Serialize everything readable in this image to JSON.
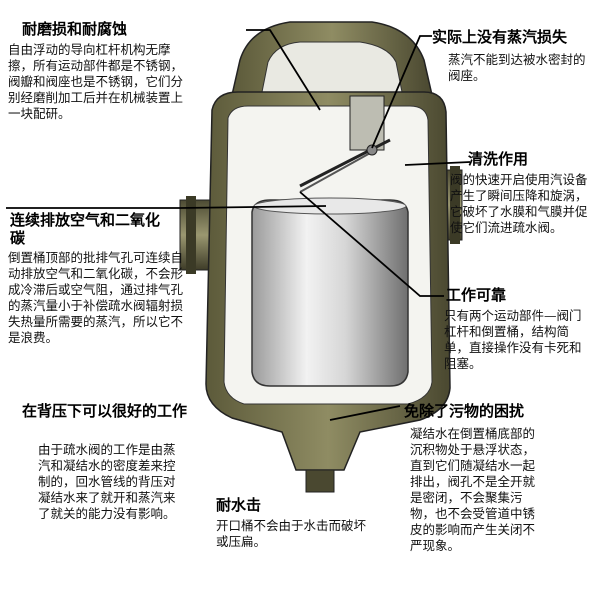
{
  "sections": {
    "wear": {
      "title": "耐磨损和耐腐蚀",
      "body": "自由浮动的导向杠杆机构无摩擦，所有运动部件都是不锈钢，阀瓣和阀座也是不锈钢，它们分别经磨削加工后并在机械装置上一块配研。"
    },
    "no_loss": {
      "title": "实际上没有蒸汽损失",
      "body": "蒸汽不能到达被水密封的阀座。"
    },
    "cleaning": {
      "title": "清洗作用",
      "body": "阀的快速开启使用汽设备产生了瞬间压降和旋涡，它破坏了水膜和气膜并促使它们流进疏水阀。"
    },
    "venting": {
      "title": "连续排放空气和二氧化碳",
      "body": "倒置桶顶部的批排气孔可连续自动排放空气和二氧化碳，不会形成冷滞后或空气阻，通过排气孔的蒸汽量小于补偿疏水阀辐射损失热量所需要的蒸汽，所以它不是浪费。"
    },
    "reliable": {
      "title": "工作可靠",
      "body": "只有两个运动部件—阀门杠杆和倒置桶，结构简单，直接操作没有卡死和阻塞。"
    },
    "back_pressure": {
      "title": "在背压下可以很好的工作",
      "body": "由于疏水阀的工作是由蒸汽和凝结水的密度差来控制的，回水管线的背压对凝结水来了就开和蒸汽来了就关的能力没有影响。"
    },
    "dirt": {
      "title": "免除了污物的困扰",
      "body": "凝结水在倒置桶底部的沉积物处于悬浮状态，直到它们随凝结水一起排出，阀孔不是全开就是密闭，不会聚集污物，也不会受管道中锈皮的影响而产生关闭不严现象。"
    },
    "water_hammer": {
      "title": "耐水击",
      "body": "开口桶不会由于水击而破坏或压扁。"
    }
  }
}
